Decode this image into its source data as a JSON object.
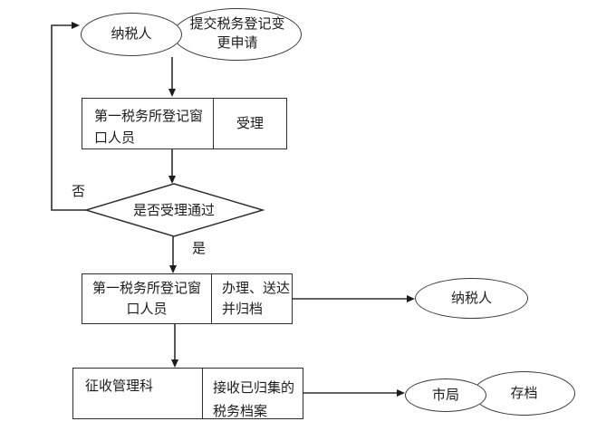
{
  "diagram": {
    "type": "flowchart",
    "nodes": {
      "taxpayer_top": "纳税人",
      "submit_application": "提交税务登记变\n更申请",
      "accept_role": "第一税务所登记窗\n口人员",
      "accept_action": "受理",
      "decision": "是否受理通过",
      "label_no": "否",
      "label_yes": "是",
      "handle_role": "第一税务所登记窗\n口人员",
      "handle_action": "办理、送达\n并归档",
      "taxpayer_right": "纳税人",
      "collect_role": "征收管理科",
      "collect_action": "接收已归集的\n税务档案",
      "city_bureau": "市局",
      "archive": "存档"
    },
    "edges": [
      {
        "from": "taxpayer_top",
        "to": "accept_role"
      },
      {
        "from": "accept_role",
        "to": "decision"
      },
      {
        "from": "decision",
        "to": "taxpayer_top",
        "label": "否"
      },
      {
        "from": "decision",
        "to": "handle_role",
        "label": "是"
      },
      {
        "from": "handle_role",
        "to": "taxpayer_right"
      },
      {
        "from": "handle_role",
        "to": "collect_role"
      },
      {
        "from": "collect_role",
        "to": "city_bureau"
      }
    ],
    "colors": {
      "line": "#2e2e2e",
      "text": "#1c1c1c",
      "background": "#ffffff"
    }
  }
}
